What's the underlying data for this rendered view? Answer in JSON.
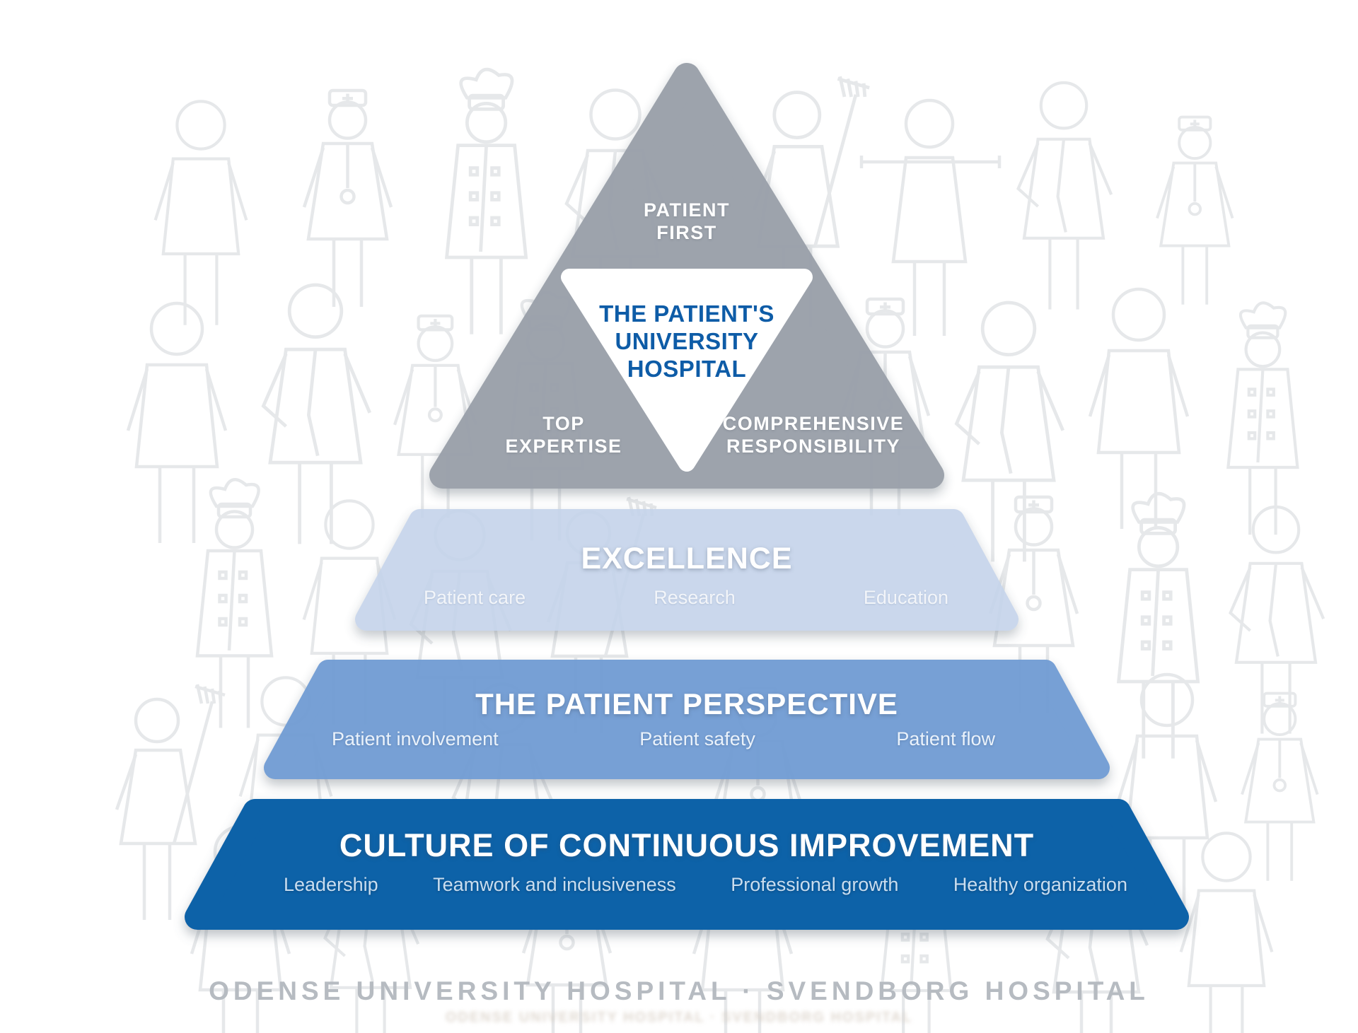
{
  "colors": {
    "top_triangle_gray": "#99a0a9",
    "inner_triangle_white": "#ffffff",
    "center_text_blue": "#0e5ca7",
    "excellence_tier_blue": "#c3d2ea",
    "perspective_tier_blue": "#6f9bd3",
    "culture_tier_blue": "#0f62a8",
    "footer_text_gray": "#b6bbc1",
    "crowd_outline_gray": "#d7dade"
  },
  "top_triangle": {
    "patient_first": "PATIENT\nFIRST",
    "center_title": "THE PATIENT'S\nUNIVERSITY\nHOSPITAL",
    "left_label": "TOP\nEXPERTISE",
    "right_label": "COMPREHENSIVE\nRESPONSIBILITY"
  },
  "tiers": [
    {
      "title": "EXCELLENCE",
      "items": [
        "Patient care",
        "Research",
        "Education"
      ]
    },
    {
      "title": "THE PATIENT PERSPECTIVE",
      "items": [
        "Patient involvement",
        "Patient safety",
        "Patient flow"
      ]
    },
    {
      "title": "CULTURE OF CONTINUOUS IMPROVEMENT",
      "items": [
        "Leadership",
        "Teamwork and inclusiveness",
        "Professional growth",
        "Healthy organization"
      ]
    }
  ],
  "footer": {
    "text": "ODENSE UNIVERSITY HOSPITAL · SVENDBORG HOSPITAL"
  },
  "background_icons": [
    "chef-figure",
    "doctor-figure",
    "nurse-figure",
    "cleaner-rake-figure",
    "person-figure",
    "plank-carrier-figure"
  ]
}
